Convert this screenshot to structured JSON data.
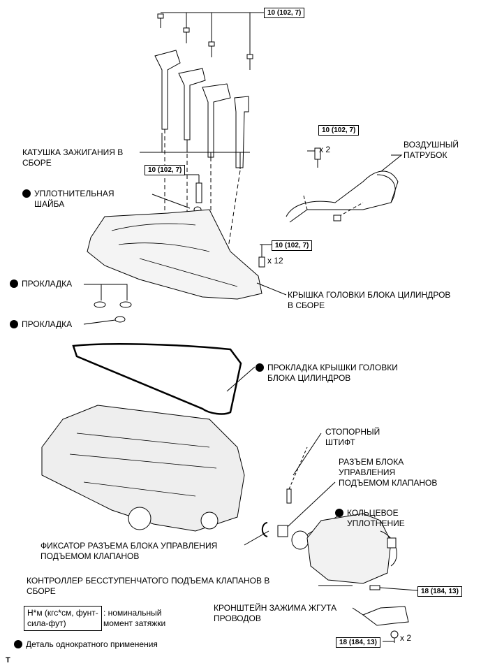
{
  "torque_spec": "10 (102, 7)",
  "torque_spec_18": "18 (184, 13)",
  "qty_x2": "x 2",
  "qty_x12": "x 12",
  "labels": {
    "ignition_coil": [
      "КАТУШКА ЗАЖИГАНИЯ В",
      "СБОРЕ"
    ],
    "air_pipe": [
      "ВОЗДУШНЫЙ",
      "ПАТРУБОК"
    ],
    "seal_washer": [
      "УПЛОТНИТЕЛЬНАЯ",
      "ШАЙБА"
    ],
    "gasket1": "ПРОКЛАДКА",
    "gasket2": "ПРОКЛАДКА",
    "head_cover": [
      "КРЫШКА ГОЛОВКИ БЛОКА ЦИЛИНДРОВ",
      "В СБОРЕ"
    ],
    "head_cover_gasket": [
      "ПРОКЛАДКА КРЫШКИ ГОЛОВКИ",
      "БЛОКА ЦИЛИНДРОВ"
    ],
    "stop_pin": [
      "СТОПОРНЫЙ",
      "ШТИФТ"
    ],
    "connector": [
      "РАЗЪЕМ БЛОКА",
      "УПРАВЛЕНИЯ",
      "ПОДЪЕМОМ КЛАПАНОВ"
    ],
    "o_ring": [
      "КОЛЬЦЕВОЕ",
      "УПЛОТНЕНИЕ"
    ],
    "connector_retainer": [
      "ФИКСАТОР РАЗЪЕМА БЛОКА УПРАВЛЕНИЯ",
      "ПОДЪЕМОМ КЛАПАНОВ"
    ],
    "valve_controller": [
      "КОНТРОЛЛЕР БЕССТУПЕНЧАТОГО ПОДЪЕМА КЛАПАНОВ В",
      "СБОРЕ"
    ],
    "harness_bracket": [
      "КРОНШТЕЙН ЗАЖИМА ЖГУТА",
      "ПРОВОДОВ"
    ]
  },
  "legend": {
    "unit": [
      "Н*м (кгс*см, фунт-",
      "сила-фут)"
    ],
    "meaning": [
      ": номинальный",
      "момент затяжки"
    ],
    "non_reusable": "Деталь однократного применения"
  },
  "corner_mark": "T"
}
